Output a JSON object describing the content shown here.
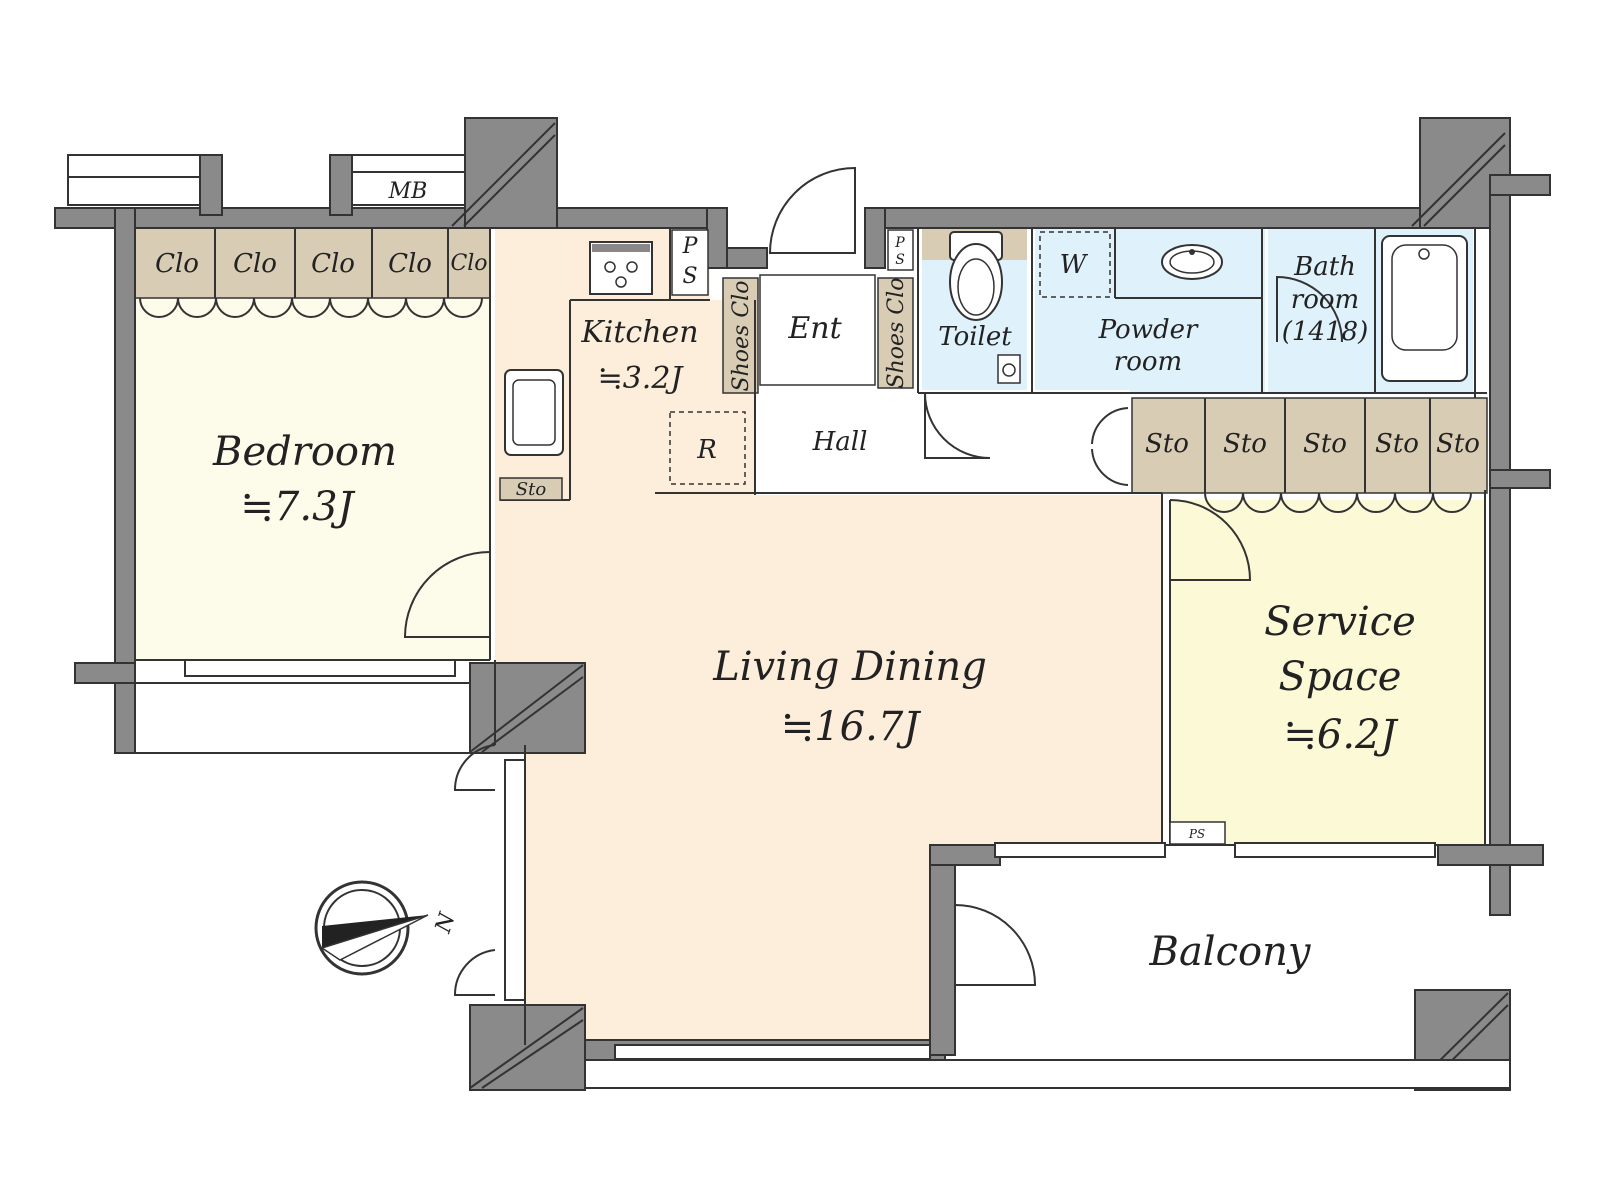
{
  "rooms": {
    "bedroom": {
      "name": "Bedroom",
      "area": "≒7.3J"
    },
    "living": {
      "name": "Living Dining",
      "area": "≒16.7J"
    },
    "kitchen": {
      "name": "Kitchen",
      "area": "≒3.2J"
    },
    "service": {
      "name1": "Service",
      "name2": "Space",
      "area": "≒6.2J"
    },
    "balcony": {
      "name": "Balcony"
    },
    "ent": {
      "name": "Ent"
    },
    "hall": {
      "name": "Hall"
    },
    "toilet": {
      "name": "Toilet"
    },
    "powder": {
      "name1": "Powder",
      "name2": "room"
    },
    "bath": {
      "name1": "Bath",
      "name2": "room",
      "size": "(1418)"
    }
  },
  "labels": {
    "clo": "Clo",
    "sto": "Sto",
    "mb": "MB",
    "ps_p": "P",
    "ps_s": "S",
    "ps": "PS",
    "shoes_clo": "Shoes Clo",
    "w": "W",
    "r": "R",
    "north": "N"
  },
  "colors": {
    "wall": "#8a8a8a",
    "bedroom": "#fdfbe9",
    "living": "#fdeedc",
    "service": "#fbf9d6",
    "wet": "#dff1fb",
    "storage": "#d8ccb4",
    "hall": "#ffffff"
  }
}
